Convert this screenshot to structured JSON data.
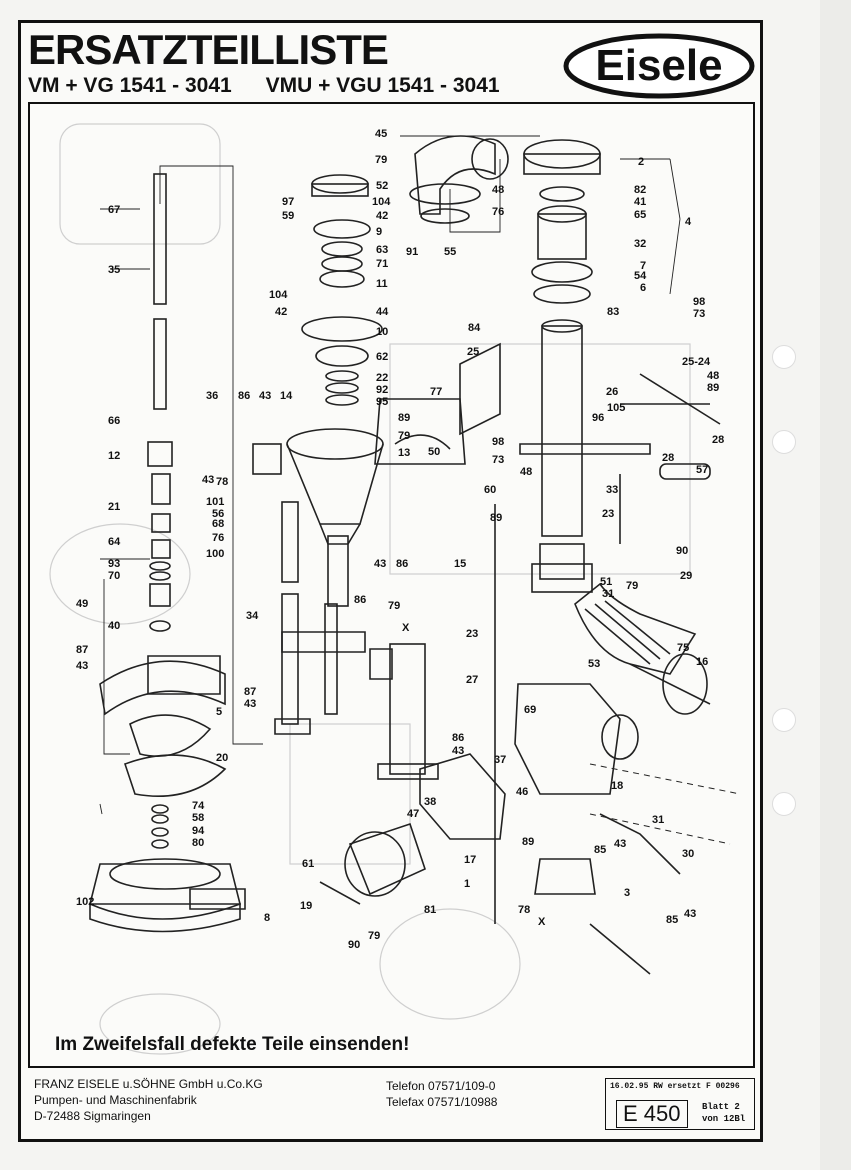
{
  "header": {
    "title": "ERSATZTEILLISTE",
    "model_left": "VM + VG 1541 - 3041",
    "model_right": "VMU + VGU 1541 - 3041",
    "brand": "Eisele"
  },
  "labels": [
    {
      "id": "l45",
      "text": "45"
    },
    {
      "id": "l79a",
      "text": "79"
    },
    {
      "id": "l2",
      "text": "2"
    },
    {
      "id": "l52",
      "text": "52"
    },
    {
      "id": "l97",
      "text": "97"
    },
    {
      "id": "l104a",
      "text": "104"
    },
    {
      "id": "l59",
      "text": "59"
    },
    {
      "id": "l42a",
      "text": "42"
    },
    {
      "id": "l67",
      "text": "67"
    },
    {
      "id": "l9",
      "text": "9"
    },
    {
      "id": "l48a",
      "text": "48"
    },
    {
      "id": "l82",
      "text": "82"
    },
    {
      "id": "l41",
      "text": "41"
    },
    {
      "id": "l76a",
      "text": "76"
    },
    {
      "id": "l65",
      "text": "65"
    },
    {
      "id": "l4",
      "text": "4"
    },
    {
      "id": "l63",
      "text": "63"
    },
    {
      "id": "l71",
      "text": "71"
    },
    {
      "id": "l91",
      "text": "91"
    },
    {
      "id": "l55",
      "text": "55"
    },
    {
      "id": "l32",
      "text": "32"
    },
    {
      "id": "l35",
      "text": "35"
    },
    {
      "id": "l11",
      "text": "11"
    },
    {
      "id": "l7",
      "text": "7"
    },
    {
      "id": "l54",
      "text": "54"
    },
    {
      "id": "l6",
      "text": "6"
    },
    {
      "id": "l104b",
      "text": "104"
    },
    {
      "id": "l98a",
      "text": "98"
    },
    {
      "id": "l42b",
      "text": "42"
    },
    {
      "id": "l44",
      "text": "44"
    },
    {
      "id": "l83",
      "text": "83"
    },
    {
      "id": "l73a",
      "text": "73"
    },
    {
      "id": "l84",
      "text": "84"
    },
    {
      "id": "l10",
      "text": "10"
    },
    {
      "id": "l25",
      "text": "25"
    },
    {
      "id": "l62",
      "text": "62"
    },
    {
      "id": "l2524",
      "text": "25-24"
    },
    {
      "id": "l22",
      "text": "22"
    },
    {
      "id": "l92",
      "text": "92"
    },
    {
      "id": "l48b",
      "text": "48"
    },
    {
      "id": "l89a",
      "text": "89"
    },
    {
      "id": "l77",
      "text": "77"
    },
    {
      "id": "l26",
      "text": "26"
    },
    {
      "id": "l95",
      "text": "95"
    },
    {
      "id": "l36",
      "text": "36"
    },
    {
      "id": "l86a",
      "text": "86"
    },
    {
      "id": "l43a",
      "text": "43"
    },
    {
      "id": "l14",
      "text": "14"
    },
    {
      "id": "l105",
      "text": "105"
    },
    {
      "id": "l66",
      "text": "66"
    },
    {
      "id": "l89b",
      "text": "89"
    },
    {
      "id": "l96",
      "text": "96"
    },
    {
      "id": "l79b",
      "text": "79"
    },
    {
      "id": "l28a",
      "text": "28"
    },
    {
      "id": "l98b",
      "text": "98"
    },
    {
      "id": "l12",
      "text": "12"
    },
    {
      "id": "l13",
      "text": "13"
    },
    {
      "id": "l50",
      "text": "50"
    },
    {
      "id": "l73b",
      "text": "73"
    },
    {
      "id": "l28b",
      "text": "28"
    },
    {
      "id": "l57",
      "text": "57"
    },
    {
      "id": "l43b",
      "text": "43"
    },
    {
      "id": "l78",
      "text": "78"
    },
    {
      "id": "l48c",
      "text": "48"
    },
    {
      "id": "l33",
      "text": "33"
    },
    {
      "id": "l101",
      "text": "101"
    },
    {
      "id": "l60",
      "text": "60"
    },
    {
      "id": "l21",
      "text": "21"
    },
    {
      "id": "l56",
      "text": "56"
    },
    {
      "id": "l89c",
      "text": "89"
    },
    {
      "id": "l23a",
      "text": "23"
    },
    {
      "id": "l68",
      "text": "68"
    },
    {
      "id": "l76b",
      "text": "76"
    },
    {
      "id": "l64",
      "text": "64"
    },
    {
      "id": "l100",
      "text": "100"
    },
    {
      "id": "l43c",
      "text": "43"
    },
    {
      "id": "l86b",
      "text": "86"
    },
    {
      "id": "l15",
      "text": "15"
    },
    {
      "id": "l90a",
      "text": "90"
    },
    {
      "id": "l93",
      "text": "93"
    },
    {
      "id": "l70",
      "text": "70"
    },
    {
      "id": "l51",
      "text": "51"
    },
    {
      "id": "l29",
      "text": "29"
    },
    {
      "id": "l79c",
      "text": "79"
    },
    {
      "id": "l31a",
      "text": "31"
    },
    {
      "id": "l49",
      "text": "49"
    },
    {
      "id": "l86c",
      "text": "86"
    },
    {
      "id": "l34",
      "text": "34"
    },
    {
      "id": "l79d",
      "text": "79"
    },
    {
      "id": "lX1",
      "text": "X"
    },
    {
      "id": "l40",
      "text": "40"
    },
    {
      "id": "l23b",
      "text": "23"
    },
    {
      "id": "l75",
      "text": "75"
    },
    {
      "id": "l87a",
      "text": "87"
    },
    {
      "id": "l53",
      "text": "53"
    },
    {
      "id": "l16",
      "text": "16"
    },
    {
      "id": "l43d",
      "text": "43"
    },
    {
      "id": "l27",
      "text": "27"
    },
    {
      "id": "l87b",
      "text": "87"
    },
    {
      "id": "l43e",
      "text": "43"
    },
    {
      "id": "l5",
      "text": "5"
    },
    {
      "id": "l69",
      "text": "69"
    },
    {
      "id": "l86d",
      "text": "86"
    },
    {
      "id": "l43f",
      "text": "43"
    },
    {
      "id": "l20",
      "text": "20"
    },
    {
      "id": "l37",
      "text": "37"
    },
    {
      "id": "l46",
      "text": "46"
    },
    {
      "id": "l18",
      "text": "18"
    },
    {
      "id": "l38",
      "text": "38"
    },
    {
      "id": "l74",
      "text": "74"
    },
    {
      "id": "l47",
      "text": "47"
    },
    {
      "id": "l58",
      "text": "58"
    },
    {
      "id": "l31b",
      "text": "31"
    },
    {
      "id": "l94",
      "text": "94"
    },
    {
      "id": "l89d",
      "text": "89"
    },
    {
      "id": "l80",
      "text": "80"
    },
    {
      "id": "l85a",
      "text": "85"
    },
    {
      "id": "l43g",
      "text": "43"
    },
    {
      "id": "l30",
      "text": "30"
    },
    {
      "id": "l61",
      "text": "61"
    },
    {
      "id": "l17",
      "text": "17"
    },
    {
      "id": "l1",
      "text": "1"
    },
    {
      "id": "l102",
      "text": "102"
    },
    {
      "id": "l3",
      "text": "3"
    },
    {
      "id": "l19",
      "text": "19"
    },
    {
      "id": "l81",
      "text": "81"
    },
    {
      "id": "l78b",
      "text": "78"
    },
    {
      "id": "lX2",
      "text": "X"
    },
    {
      "id": "l8",
      "text": "8"
    },
    {
      "id": "l85b",
      "text": "85"
    },
    {
      "id": "l43h",
      "text": "43"
    },
    {
      "id": "l79e",
      "text": "79"
    },
    {
      "id": "l90b",
      "text": "90"
    }
  ],
  "note": "Im Zweifelsfall defekte Teile einsenden!",
  "footer": {
    "company_line1": "FRANZ EISELE u.SÖHNE GmbH u.Co.KG",
    "company_line2": "Pumpen- und Maschinenfabrik",
    "company_line3": "D-72488  Sigmaringen",
    "phone": "Telefon 07571/109-0",
    "fax": "Telefax 07571/10988",
    "date_line": "16.02.95 RW   ersetzt F 00296",
    "doc_number": "E 450",
    "sheet_line1": "Blatt 2",
    "sheet_line2": "von 12Bl"
  }
}
